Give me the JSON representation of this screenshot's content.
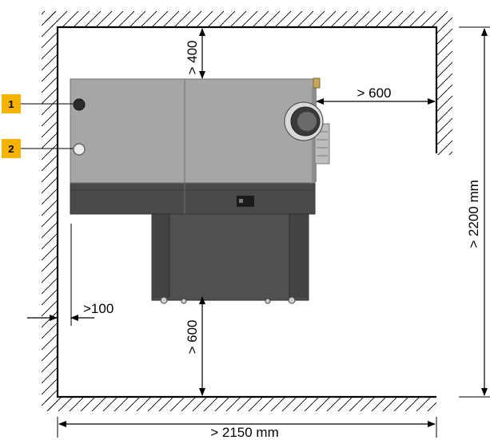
{
  "colors": {
    "line": "#000000",
    "hatch": "#000000",
    "boiler_body": "#a6a6a6",
    "boiler_edge": "#6f6f6f",
    "boiler_base": "#4a4a4a",
    "boiler_pedestal": "#505050",
    "callout_fill": "#f5b300"
  },
  "callouts": [
    {
      "label": "1"
    },
    {
      "label": "2"
    }
  ],
  "dimensions": {
    "top_clearance": "> 400",
    "right_clearance": "> 600",
    "left_clearance": ">100",
    "front_clearance": "> 600",
    "room_width": "> 2150 mm",
    "room_height": "> 2200 mm"
  }
}
